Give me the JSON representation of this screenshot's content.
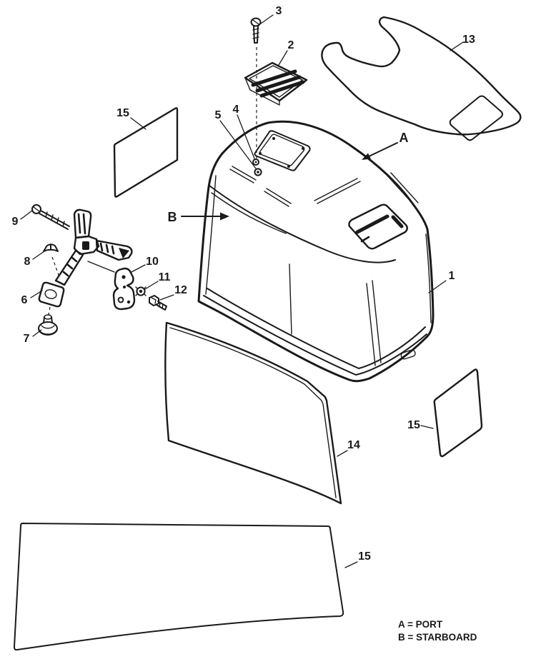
{
  "diagram": {
    "type": "exploded-parts-diagram",
    "subject": "outboard engine cover assembly",
    "callouts": {
      "part1": "1",
      "part2": "2",
      "part3": "3",
      "part4": "4",
      "part5": "5",
      "part6": "6",
      "part7": "7",
      "part8": "8",
      "part9": "9",
      "part10": "10",
      "part11": "11",
      "part12": "12",
      "part13": "13",
      "part14": "14",
      "part15_top_left": "15",
      "part15_right": "15",
      "part15_bottom": "15",
      "view_a": "A",
      "view_b": "B"
    },
    "legend": {
      "line1": "A = PORT",
      "line2": "B = STARBOARD"
    },
    "colors": {
      "line": "#1a1a1a",
      "background": "#ffffff"
    }
  }
}
